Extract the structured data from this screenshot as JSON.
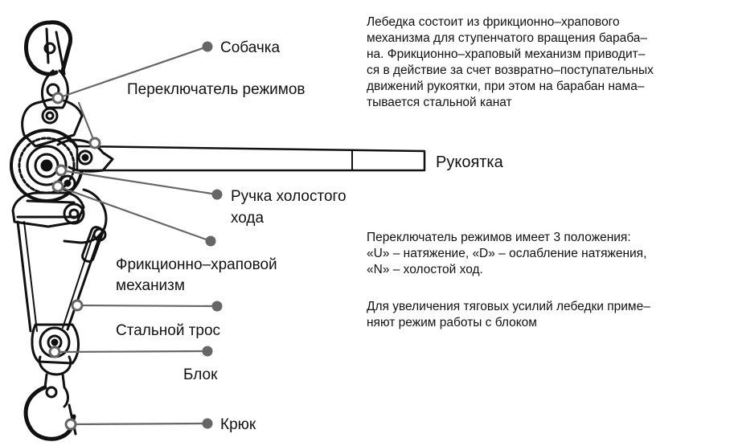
{
  "labels": {
    "pawl": "Собачка",
    "mode_switch": "Переключатель режимов",
    "handle": "Рукоятка",
    "idle_handle_line1": "Ручка холостого",
    "idle_handle_line2": "хода",
    "ratchet_line1": "Фрикционно–храповой",
    "ratchet_line2": "механизм",
    "cable": "Стальной трос",
    "block": "Блок",
    "hook": "Крюк"
  },
  "description": {
    "lines": [
      "Лебедка состоит из фрикционно–храпового",
      "механизма для ступенчатого вращения бараба–",
      "на. Фрикционно–храповый механизм приводит–",
      "ся в действие за счет возвратно–поступательных",
      "движений рукоятки, при этом на барабан нама–",
      "тывается стальной канат"
    ]
  },
  "modes": {
    "lines": [
      "Переключатель режимов имеет 3 положения:",
      "«U» – натяжение, «D» – ослабление натяжения,",
      "«N» – холостой ход."
    ]
  },
  "block_note": {
    "lines": [
      "Для увеличения тяговых усилий лебедки приме–",
      "няют режим работы с блоком"
    ]
  }
}
